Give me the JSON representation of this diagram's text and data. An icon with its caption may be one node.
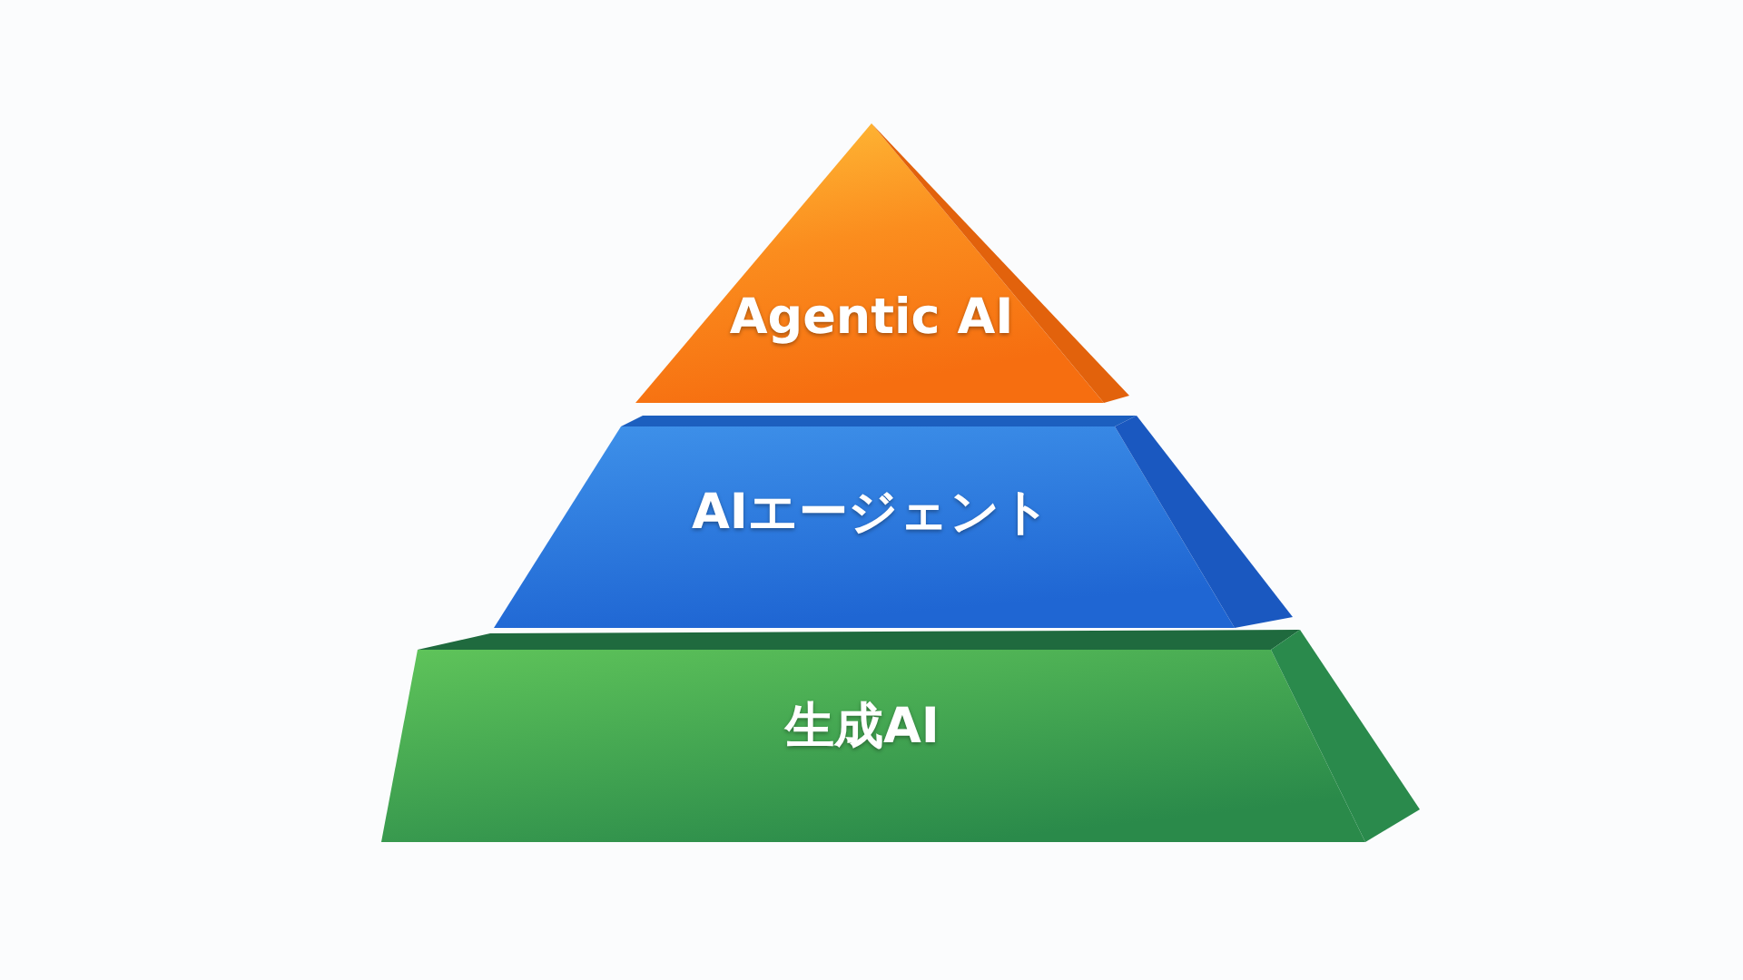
{
  "diagram": {
    "nodes": [
      {
        "text": [
          "Agentic AI"
        ]
      },
      {
        "text": [
          "AIエージェント"
        ]
      },
      {
        "text": [
          "生成AI"
        ]
      }
    ]
  }
}
